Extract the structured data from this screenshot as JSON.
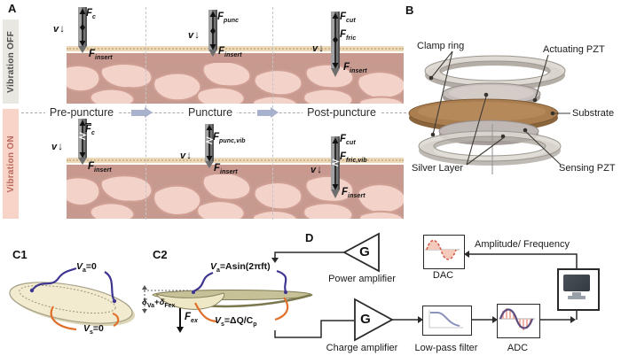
{
  "figure": {
    "panel_a_label": "A",
    "panel_b_label": "B",
    "panel_c1_label": "C1",
    "panel_c2_label": "C2",
    "panel_d_label": "D"
  },
  "panel_a": {
    "rows": [
      {
        "label": "Vibration OFF"
      },
      {
        "label": "Vibration ON"
      }
    ],
    "phases": [
      {
        "label": "Pre-puncture"
      },
      {
        "label": "Puncture"
      },
      {
        "label": "Post-puncture"
      }
    ],
    "velocity_symbol": "v",
    "velocity_arrow": "↓",
    "forces": {
      "off_pre_needle": {
        "main": "F",
        "sub": "c"
      },
      "off_pre_insert": {
        "main": "F",
        "sub": "insert"
      },
      "off_punc_needle": {
        "main": "F",
        "sub": "punc"
      },
      "off_punc_insert": {
        "main": "F",
        "sub": "insert"
      },
      "off_post_cut": {
        "main": "F",
        "sub": "cut"
      },
      "off_post_fric": {
        "main": "F",
        "sub": "fric"
      },
      "off_post_insert": {
        "main": "F",
        "sub": "insert"
      },
      "on_pre_needle": {
        "main": "F",
        "sub": "c"
      },
      "on_pre_insert": {
        "main": "F",
        "sub": "insert"
      },
      "on_punc_needle": {
        "main": "F",
        "sub": "punc,vib"
      },
      "on_punc_insert": {
        "main": "F",
        "sub": "insert"
      },
      "on_post_cut": {
        "main": "F",
        "sub": "cut"
      },
      "on_post_fric": {
        "main": "F",
        "sub": "fric,vib"
      },
      "on_post_insert": {
        "main": "F",
        "sub": "insert"
      }
    }
  },
  "panel_b": {
    "labels": {
      "clamp_ring": "Clamp ring",
      "actuating_pzt": "Actuating PZT",
      "substrate": "Substrate",
      "silver_layer": "Silver Layer",
      "sensing_pzt": "Sensing PZT"
    }
  },
  "panel_c": {
    "c1_va": {
      "main": "V",
      "sub": "a",
      "rest": "=0"
    },
    "c1_vs": {
      "main": "V",
      "sub": "s",
      "rest": "=0"
    },
    "c2_va": {
      "main": "V",
      "sub": "a",
      "rest": "=Asin(2πft)"
    },
    "c2_vs": {
      "main": "V",
      "sub": "s",
      "rest": "=ΔQ/C",
      "sub2": "p"
    },
    "deflection": {
      "d1": "δ",
      "s1": "Va",
      "op": "+",
      "d2": "δ",
      "s2": "Fex"
    },
    "f_ex": {
      "main": "F",
      "sub": "ex"
    }
  },
  "panel_d": {
    "gain_symbol": "G",
    "power_amplifier": "Power amplifier",
    "dac": "DAC",
    "amplitude_frequency": "Amplitude/ Frequency",
    "charge_amplifier": "Charge amplifier",
    "low_pass_filter": "Low-pass filter",
    "adc": "ADC"
  },
  "colors": {
    "tissue_light": "#f3d2c9",
    "tissue_dark": "#c79a8f",
    "skin": "#ecd9ba",
    "dermis": "#c9988e",
    "vibration_on_bg": "#f7d3c8",
    "vibration_on_text": "#b96a5e",
    "vibration_off_bg": "#e9e7e1",
    "phase_arrow": "#a9b2cc",
    "needle_gray": "#757575",
    "substrate_brown": "#ab7e50",
    "pzt_gray": "#c6beba",
    "actuation_curve_blue": "#3d3590",
    "sensing_curve_orange": "#e0702c",
    "dac_wave_red": "#d2604e",
    "adc_wave_purple": "#5d4b7e",
    "lpf_curve_blue": "#8a92bd"
  }
}
